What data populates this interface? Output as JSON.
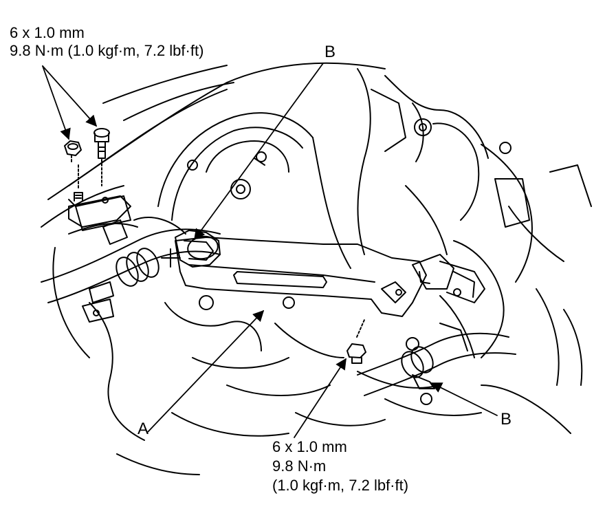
{
  "top_spec": {
    "size": "6 x 1.0 mm",
    "torque": "9.8 N·m (1.0 kgf·m, 7.2 lbf·ft)"
  },
  "bottom_spec": {
    "size": "6 x 1.0 mm",
    "torque_si": "9.8 N·m",
    "torque_other": "(1.0 kgf·m, 7.2 lbf·ft)"
  },
  "callouts": {
    "b_top": "B",
    "b_bottom": "B",
    "a": "A"
  },
  "colors": {
    "line": "#000000",
    "background": "#ffffff"
  }
}
